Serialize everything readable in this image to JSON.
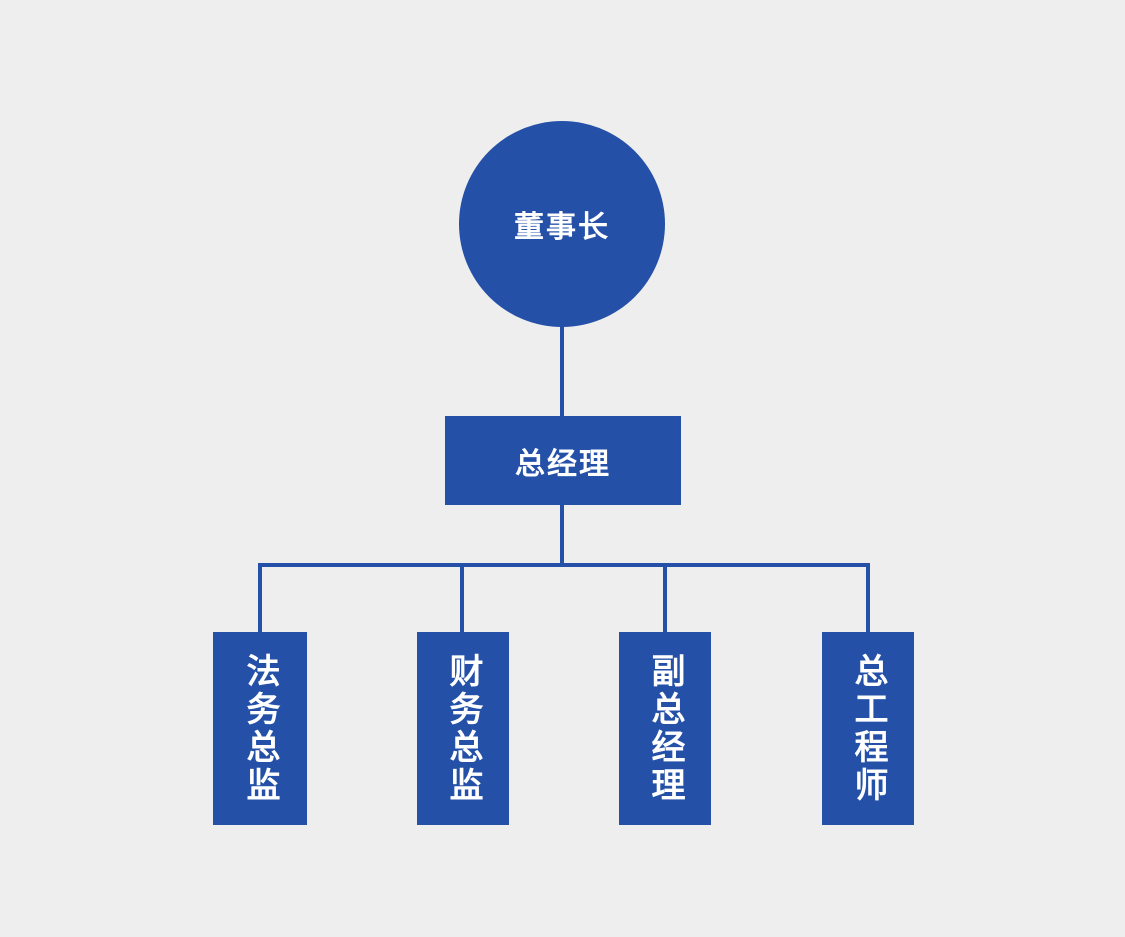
{
  "diagram": {
    "type": "organization-chart",
    "background_color": "#eeeeee",
    "node_color": "#2450a8",
    "text_color": "#ffffff",
    "connector_color": "#2450a8",
    "orientation": "top-down"
  },
  "nodes": {
    "root": {
      "label": "董事长",
      "shape": "circle",
      "level": 0
    },
    "manager": {
      "label": "总经理",
      "shape": "rectangle",
      "level": 1
    },
    "children": [
      {
        "label": "法务总监",
        "shape": "rectangle-vertical-text",
        "level": 2
      },
      {
        "label": "财务总监",
        "shape": "rectangle-vertical-text",
        "level": 2
      },
      {
        "label": "副总经理",
        "shape": "rectangle-vertical-text",
        "level": 2
      },
      {
        "label": "总工程师",
        "shape": "rectangle-vertical-text",
        "level": 2
      }
    ]
  }
}
